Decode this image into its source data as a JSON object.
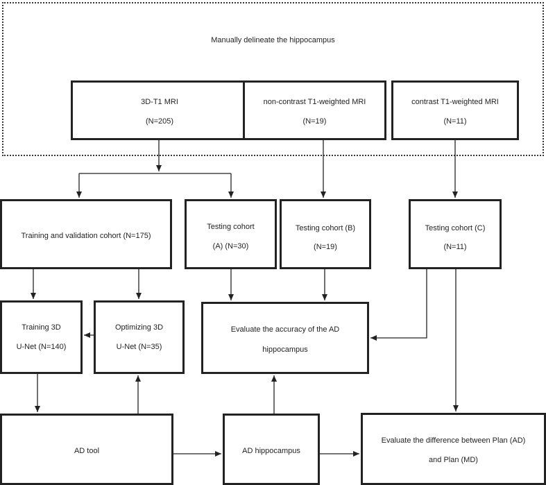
{
  "region_label": "Manually delineate the hippocampus",
  "nodes": {
    "mri3d": {
      "line1": "3D-T1 MRI",
      "line2": "(N=205)"
    },
    "noncontrast": {
      "line1": "non-contrast T1-weighted MRI",
      "line2": "(N=19)"
    },
    "contrast": {
      "line1": "contrast T1-weighted MRI",
      "line2": "(N=11)"
    },
    "train_val": {
      "line1": "Training and validation cohort (N=175)"
    },
    "test_a": {
      "line1": "Testing cohort",
      "line2": "(A) (N=30)"
    },
    "test_b": {
      "line1": "Testing cohort (B)",
      "line2": "(N=19)"
    },
    "test_c": {
      "line1": "Testing cohort (C)",
      "line2": "(N=11)"
    },
    "training": {
      "line1": "Training 3D",
      "line2": "U-Net (N=140)"
    },
    "optimizing": {
      "line1": "Optimizing 3D",
      "line2": "U-Net (N=35)"
    },
    "evaluate_acc": {
      "line1": "Evaluate the accuracy of the AD",
      "line2": "hippocampus"
    },
    "ad_tool": {
      "line1": "AD tool"
    },
    "ad_hippo": {
      "line1": "AD hippocampus"
    },
    "evaluate_diff": {
      "line1": "Evaluate the difference between Plan (AD)",
      "line2": "and Plan (MD)"
    }
  }
}
